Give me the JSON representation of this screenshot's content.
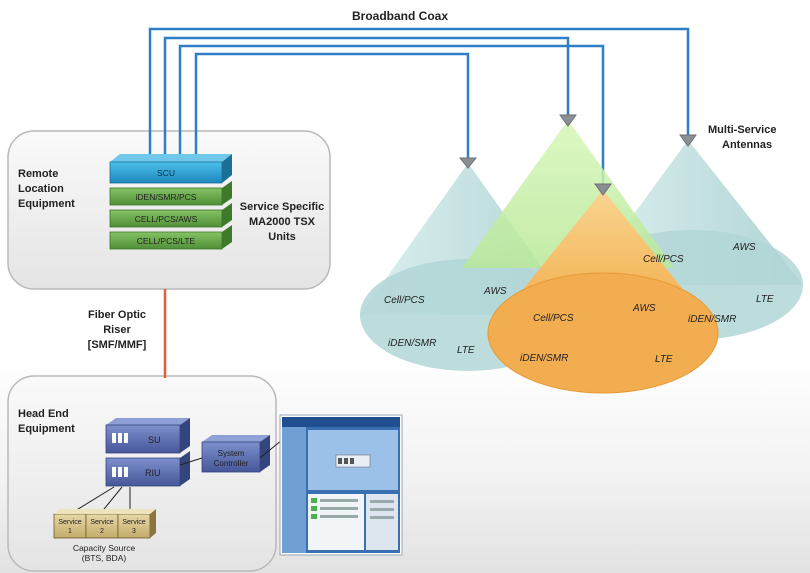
{
  "top_label": "Broadband Coax",
  "antennas_label": [
    "Multi-Service",
    "Antennas"
  ],
  "remote": {
    "title": [
      "Remote",
      "Location",
      "Equipment"
    ],
    "units": [
      "SCU",
      "iDEN/SMR/PCS",
      "CELL/PCS/AWS",
      "CELL/PCS/LTE"
    ],
    "caption": [
      "Service Specific",
      "MA2000 TSX",
      "Units"
    ]
  },
  "fiber_label": [
    "Fiber Optic",
    "Riser",
    "[SMF/MMF]"
  ],
  "headend": {
    "title": [
      "Head End",
      "Equipment"
    ],
    "su_label": "SU",
    "riu_label": "RIU",
    "controller_label": [
      "System",
      "Controller"
    ],
    "services": [
      {
        "name": "Service",
        "num": "1"
      },
      {
        "name": "Service",
        "num": "2"
      },
      {
        "name": "Service",
        "num": "3"
      }
    ],
    "capacity_label": [
      "Capacity Source",
      "(BTS, BDA)"
    ]
  },
  "cones": {
    "left": [
      "Cell/PCS",
      "AWS",
      "iDEN/SMR",
      "LTE"
    ],
    "right": [
      "AWS",
      "Cell/PCS",
      "LTE",
      "iDEN/SMR"
    ],
    "front": [
      "Cell/PCS",
      "AWS",
      "iDEN/SMR",
      "LTE"
    ]
  },
  "colors": {
    "coax": "#2f7fc8",
    "fiber": "#e0603a",
    "scu": "#2aa3d6",
    "unit_green": "#6aa84f",
    "cone_blue": "#bcdfe0",
    "cone_green": "#c8f0a8",
    "cone_orange": "#f4b55a",
    "equipment_blue": "#5a6eb0"
  }
}
